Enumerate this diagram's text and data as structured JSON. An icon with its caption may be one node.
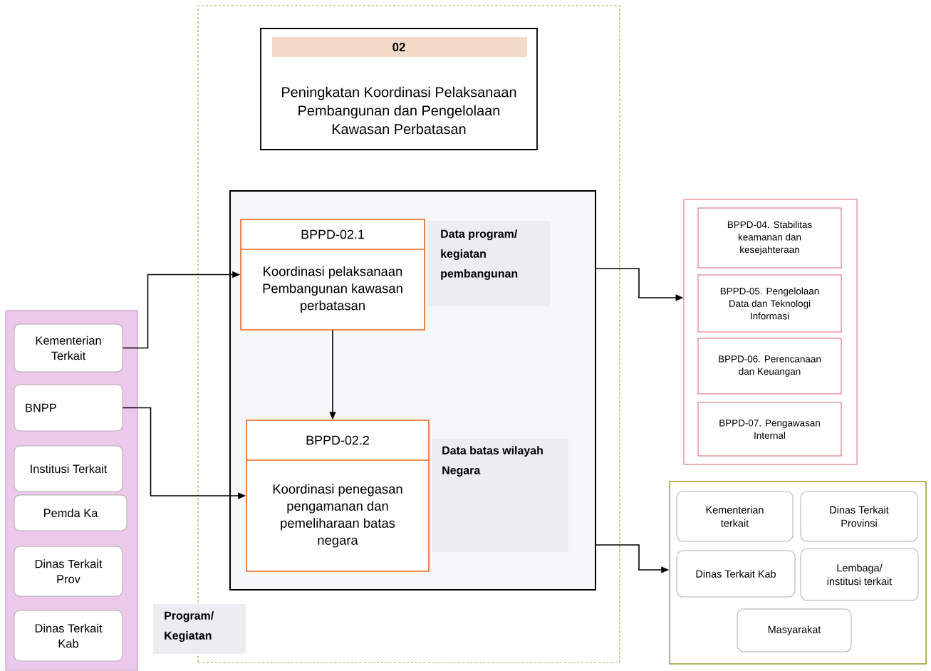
{
  "diagram": {
    "nodes": [
      {
        "text": [],
        "shape": "box"
      },
      {
        "text": [
          "02",
          "Peningkatan Koordinasi Pelaksanaan Pembangunan dan Pengelolaan Kawasan Perbatasan"
        ],
        "in": 0
      },
      {
        "text": [],
        "shape": "box",
        "in": 0
      },
      {
        "text": [
          "BPPD-02.1",
          "Koordinasi pelaksanaan Pembangunan kawasan perbatasan"
        ],
        "in": 2
      },
      {
        "text": [
          "BPPD-02.2",
          "Koordinasi penegasan pengamanan dan pemeliharaan batas negara"
        ],
        "in": 2
      },
      {
        "text": [],
        "shape": "box"
      },
      {
        "text": [
          "Kementerian Terkait"
        ],
        "in": 5
      },
      {
        "text": [
          "BNPP"
        ],
        "in": 5
      },
      {
        "text": [
          "Institusi Terkait"
        ],
        "in": 5
      },
      {
        "text": [
          "Pemda Ka"
        ],
        "in": 5
      },
      {
        "text": [
          "Dinas Terkait Prov"
        ],
        "in": 5
      },
      {
        "text": [
          "Dinas Terkait Kab"
        ],
        "in": 5
      },
      {
        "text": [],
        "shape": "box"
      },
      {
        "text": [
          "BPPD-04. Stabilitas keamanan dan kesejahteraan"
        ],
        "in": 12
      },
      {
        "text": [
          "BPPD-05. Pengelolaan Data dan Teknologi Informasi"
        ],
        "in": 12
      },
      {
        "text": [
          "BPPD-06. Perencanaan dan Keuangan"
        ],
        "in": 12
      },
      {
        "text": [
          "BPPD-07. Pengawasan Internal"
        ],
        "in": 12
      },
      {
        "text": [],
        "shape": "box"
      },
      {
        "text": [
          "Kementerian terkait"
        ],
        "in": 17
      },
      {
        "text": [
          "Dinas Terkait Provinsi"
        ],
        "in": 17
      },
      {
        "text": [
          "Dinas Terkait Kab"
        ],
        "in": 17
      },
      {
        "text": [
          "Lembaga/ institusi terkait"
        ],
        "in": 17
      },
      {
        "text": [
          "Masyarakat"
        ],
        "in": 17
      }
    ],
    "edges": [
      {
        "from": 6,
        "to": 3,
        "arrow": "to"
      },
      {
        "from": 7,
        "to": 4,
        "arrow": "to"
      },
      {
        "from": 3,
        "to": 4,
        "arrow": "to"
      },
      {
        "from": 2,
        "to": 12,
        "arrow": "to"
      },
      {
        "from": 2,
        "to": 17,
        "arrow": "to"
      }
    ],
    "labels": [
      "Data program/ kegiatan pembangunan",
      "Data batas wilayah Negara",
      "Program/ Kegiatan"
    ]
  }
}
